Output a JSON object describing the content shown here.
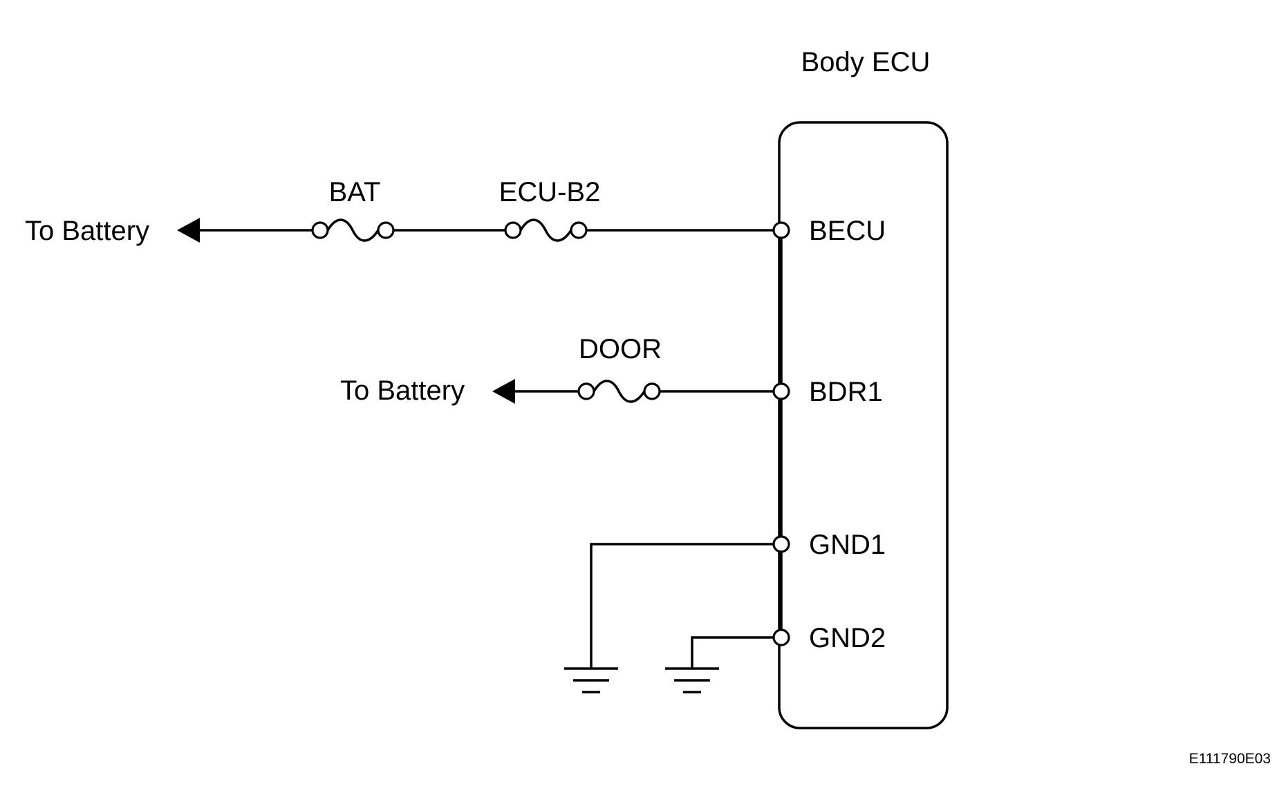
{
  "diagram": {
    "ecu": {
      "label": "Body ECU"
    },
    "fuses": {
      "bat": "BAT",
      "ecu_b2": "ECU-B2",
      "door": "DOOR"
    },
    "destinations": {
      "top": "To Battery",
      "middle": "To Battery"
    },
    "pins": {
      "becu": "BECU",
      "bdr1": "BDR1",
      "gnd1": "GND1",
      "gnd2": "GND2"
    },
    "figure_code": "E111790E03"
  }
}
